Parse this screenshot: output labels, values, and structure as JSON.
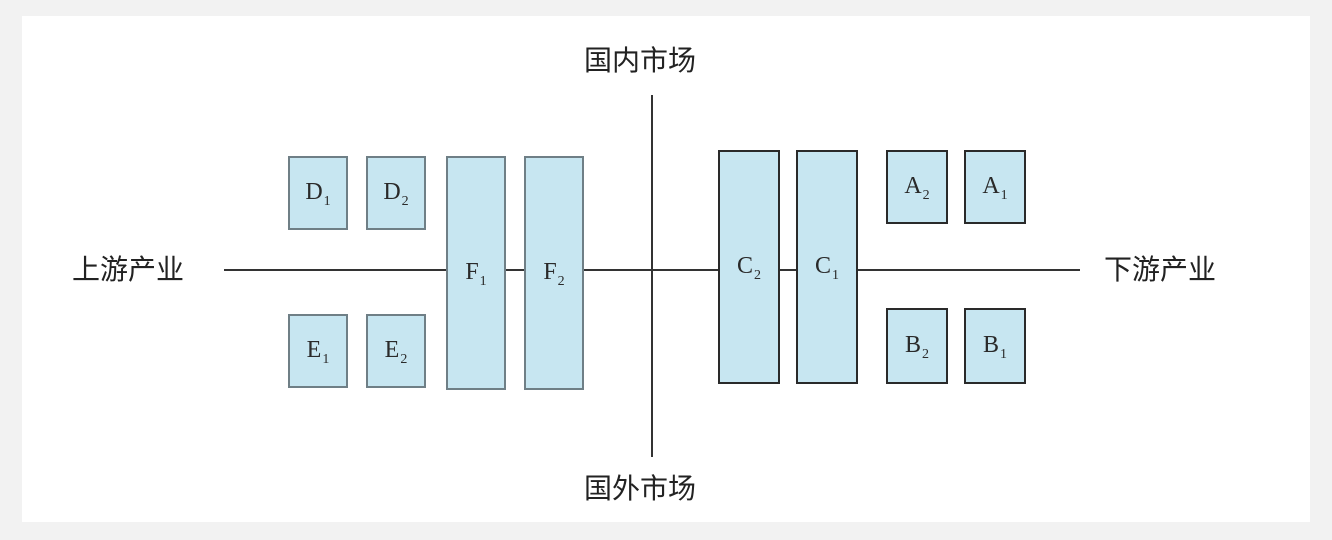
{
  "labels": {
    "top": "国内市场",
    "bottom": "国外市场",
    "left": "上游产业",
    "right": "下游产业"
  },
  "boxes": {
    "D1": {
      "letter": "D",
      "sub": "1"
    },
    "D2": {
      "letter": "D",
      "sub": "2"
    },
    "E1": {
      "letter": "E",
      "sub": "1"
    },
    "E2": {
      "letter": "E",
      "sub": "2"
    },
    "F1": {
      "letter": "F",
      "sub": "1"
    },
    "F2": {
      "letter": "F",
      "sub": "2"
    },
    "C2": {
      "letter": "C",
      "sub": "2"
    },
    "C1": {
      "letter": "C",
      "sub": "1"
    },
    "A2": {
      "letter": "A",
      "sub": "2"
    },
    "A1": {
      "letter": "A",
      "sub": "1"
    },
    "B2": {
      "letter": "B",
      "sub": "2"
    },
    "B1": {
      "letter": "B",
      "sub": "1"
    }
  },
  "colors": {
    "box_fill": "#c7e6f1",
    "line": "#333333"
  }
}
